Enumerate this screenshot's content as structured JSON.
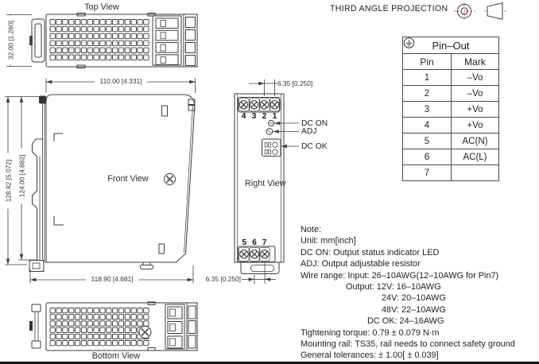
{
  "projection": {
    "label": "THIRD ANGLE PROJECTION"
  },
  "views": {
    "top": {
      "label": "Top View",
      "height_dim": "32.00 [1.260]"
    },
    "front": {
      "label": "Front View",
      "width_top_dim": "110.00 [4.331]",
      "height_outer_dim": "128.82 [5.072]",
      "height_inner_dim": "124.00 [4.882]",
      "width_bottom_dim": "118.90 [4.681]"
    },
    "right": {
      "label": "Right View",
      "top_pitch_dim": "6.35 [0.250]",
      "bottom_pitch_dim": "6.35 [0.250]",
      "top_pins": [
        "4",
        "3",
        "2",
        "1"
      ],
      "bottom_pins": [
        "5",
        "6",
        "7"
      ],
      "callouts": {
        "dc_on": "DC ON",
        "adj": "ADJ",
        "dc_ok": "DC OK"
      }
    },
    "bottom": {
      "label": "Bottom View"
    }
  },
  "pinout": {
    "title": "Pin–Out",
    "columns": {
      "pin": "Pin",
      "mark": "Mark"
    },
    "rows": [
      {
        "pin": "1",
        "mark": "–Vo"
      },
      {
        "pin": "2",
        "mark": "–Vo"
      },
      {
        "pin": "3",
        "mark": "+Vo"
      },
      {
        "pin": "4",
        "mark": "+Vo"
      },
      {
        "pin": "5",
        "mark": "AC(N)"
      },
      {
        "pin": "6",
        "mark": "AC(L)"
      },
      {
        "pin": "7",
        "mark": "",
        "mark_icon": "protective-earth"
      }
    ]
  },
  "notes": {
    "lines": [
      "Note:",
      "Unit: mm[inch]",
      "DC ON: Output status indicator LED",
      "ADJ: Output adjustable resistor",
      "Wire range: Input: 26–10AWG(12–10AWG for Pin7)",
      "Output: 12V: 16–10AWG",
      "24V: 20–10AWG",
      "48V: 22–10AWG",
      "DC OK: 24–16AWG",
      "Tightening torque: 0.79 ± 0.079 N·m",
      "Mounting rail: TS35, rail needs to connect safety ground",
      "General tolerances: ± 1.00[ ± 0.039]"
    ]
  },
  "colors": {
    "line": "#3b3b3b",
    "centerline": "#d9827e",
    "text": "#2e2e2e"
  }
}
